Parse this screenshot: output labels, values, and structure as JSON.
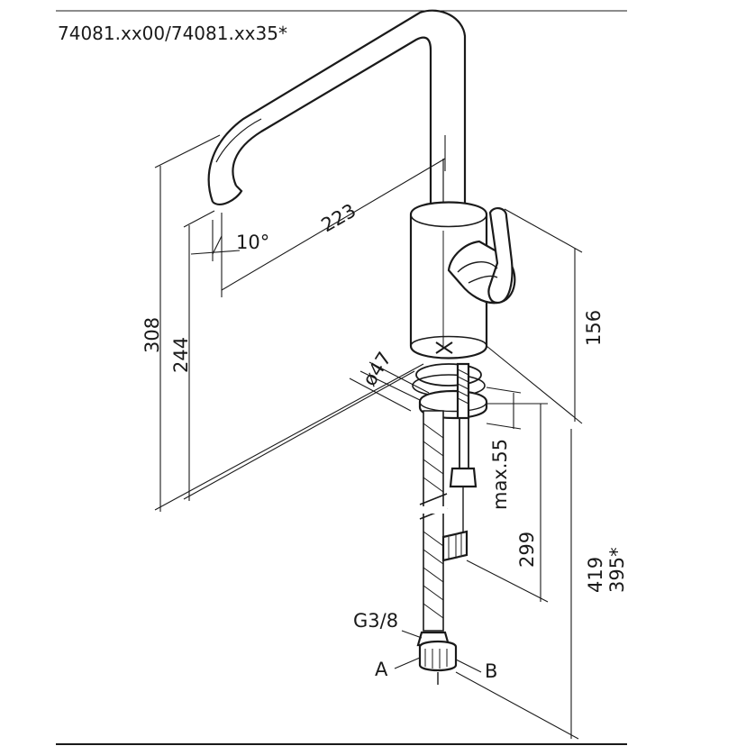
{
  "title": "74081.xx00/74081.xx35*",
  "dimensions": {
    "reach": "223",
    "angle": "10°",
    "total_height": "308",
    "spout_height": "244",
    "body_height": "156",
    "base_diameter": "ø47",
    "max_deck": "max.55",
    "shank_length": "299",
    "hose_length_a": "419",
    "hose_length_b": "395*"
  },
  "connections": {
    "thread": "G3/8",
    "label_a": "A",
    "label_b": "B"
  },
  "colors": {
    "ink": "#1a1a1a",
    "background": "#ffffff"
  }
}
